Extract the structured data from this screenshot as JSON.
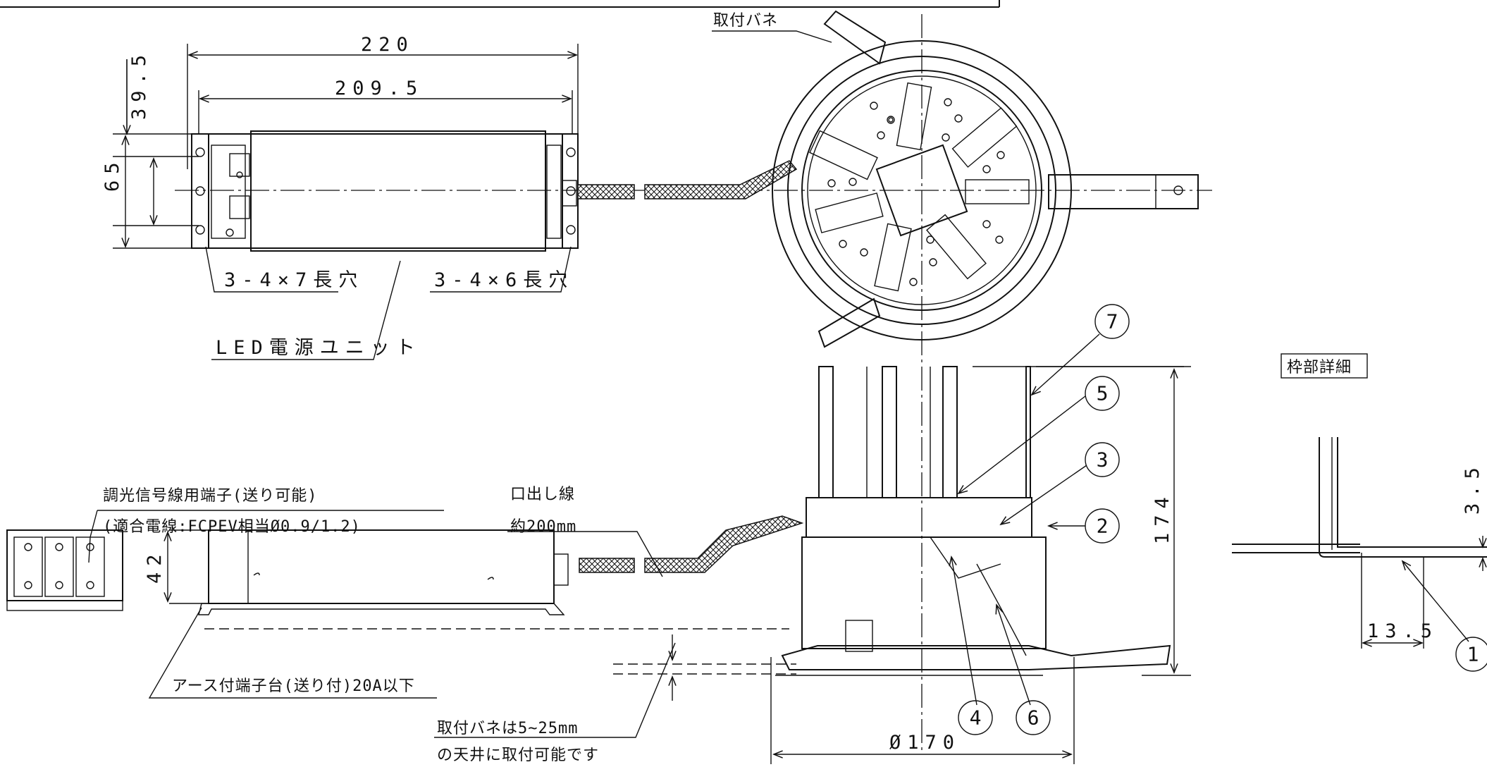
{
  "power_unit": {
    "length_overall": "220",
    "length_holes": "209.5",
    "height_overall": "39.5",
    "width": "65",
    "height_side": "42",
    "left_holes": "3-4×7長穴",
    "right_holes": "3-4×6長穴",
    "name": "LED電源ユニット"
  },
  "terminal_block": {
    "line1": "調光信号線用端子(送り可能)",
    "line2": "(適合電線:FCPEV相当Ø0.9/1.2)"
  },
  "earth_terminal": "アース付端子台(送り付)20A以下",
  "lead_wire": {
    "line1": "口出し線",
    "line2": "約200mm"
  },
  "mounting_spring": "取付バネ",
  "ceiling_note": {
    "line1": "取付バネは5~25mm",
    "line2": "の天井に取付可能です"
  },
  "fixture": {
    "diameter": "Ø170",
    "height": "174"
  },
  "detail": {
    "title": "枠部詳細",
    "dim_a": "3.5",
    "dim_b": "13.5"
  },
  "callouts": [
    "1",
    "2",
    "3",
    "4",
    "5",
    "6",
    "7"
  ]
}
